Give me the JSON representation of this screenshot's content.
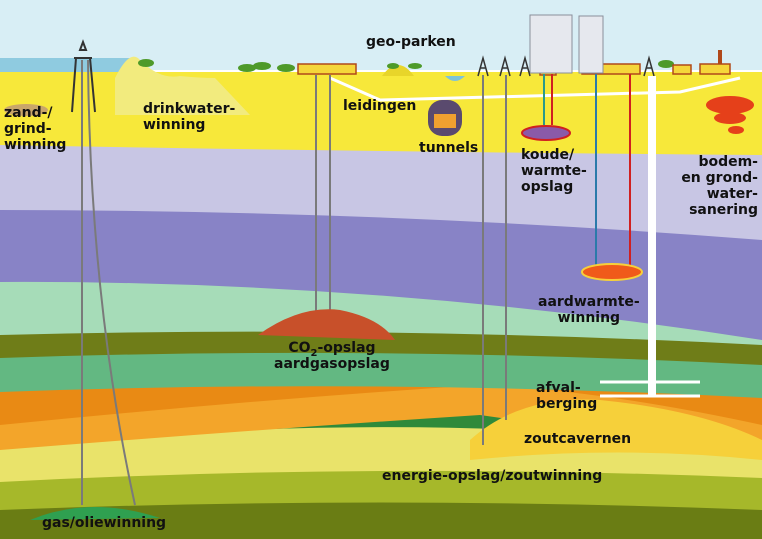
{
  "labels": {
    "zand_grind": [
      "zand-/",
      "grind-",
      "winning"
    ],
    "drinkwater": [
      "drinkwater-",
      "winning"
    ],
    "geoparken": "geo-parken",
    "leidingen": "leidingen",
    "tunnels": "tunnels",
    "koude_warmte": [
      "koude/",
      "warmte-",
      "opslag"
    ],
    "bodem_sanering": [
      "bodem-",
      "en grond-",
      "water-",
      "sanering"
    ],
    "aardwarmte": [
      "aardwarmte-",
      "winning"
    ],
    "co2_prefix": "CO",
    "co2_sub": "2",
    "co2_suffix": "-opslag",
    "aardgasopslag": "aardgasopslag",
    "afvalberging": [
      "afval-",
      "berging"
    ],
    "zoutcavernen": "zoutcavernen",
    "energie_opslag": "energie-opslag/zoutwinning",
    "gas_olie": "gas/oliewinning"
  },
  "colors": {
    "sky": "#cfe9f3",
    "sea": "#7ec3d9",
    "topsoil": "#f5e53a",
    "sand_light": "#f2ee9c",
    "lavender": "#c7c5e3",
    "purple": "#8a86c8",
    "green_light": "#9fd3b0",
    "green_mid": "#6fbf8e",
    "olive": "#7a8a1e",
    "orange": "#f29a1a",
    "yellow_deep": "#f3d23a",
    "reservoir": "#3aa860",
    "heat": "#e53a1a"
  }
}
